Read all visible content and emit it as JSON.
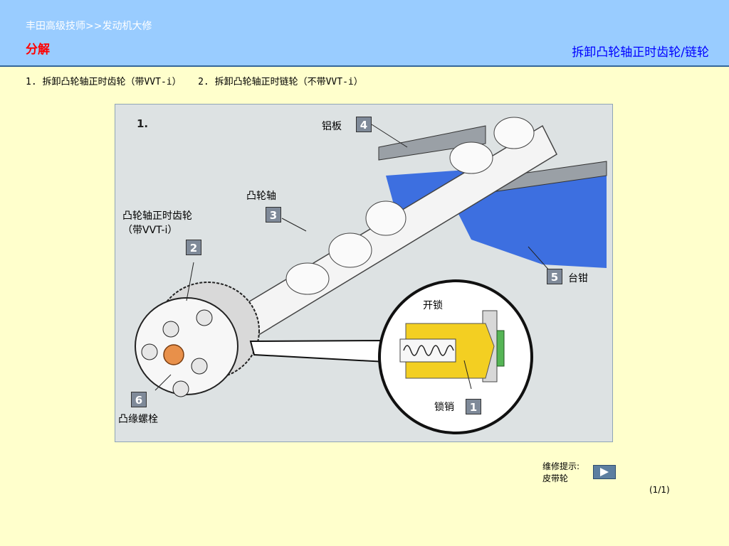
{
  "header": {
    "breadcrumb": "丰田高级技师>>发动机大修",
    "section": "分解",
    "title": "拆卸凸轮轴正时齿轮/链轮"
  },
  "steps": [
    "1. 拆卸凸轮轴正时齿轮（带VVT-i）",
    "2. 拆卸凸轮轴正时链轮（不带VVT-i）"
  ],
  "figure": {
    "number": "1.",
    "callouts": [
      {
        "n": "4",
        "label": "铝板"
      },
      {
        "n": "3",
        "label": "凸轮轴"
      },
      {
        "n": "2",
        "label": "凸轮轴正时齿轮",
        "label2": "（带VVT-i）"
      },
      {
        "n": "5",
        "label": "台钳"
      },
      {
        "n": "1",
        "label": "锁销"
      },
      {
        "n": "6",
        "label": "凸缘螺栓"
      }
    ],
    "inset_label": "开锁"
  },
  "tip": {
    "line1": "维修提示:",
    "line2": "皮带轮"
  },
  "pager": "(1/1)",
  "colors": {
    "header_bg": "#99ccff",
    "page_bg": "#ffffcc",
    "vise": "#3d6fe0",
    "section": "#ff0000",
    "title": "#0000ff"
  },
  "icons": {
    "tip_button": "play-icon"
  }
}
